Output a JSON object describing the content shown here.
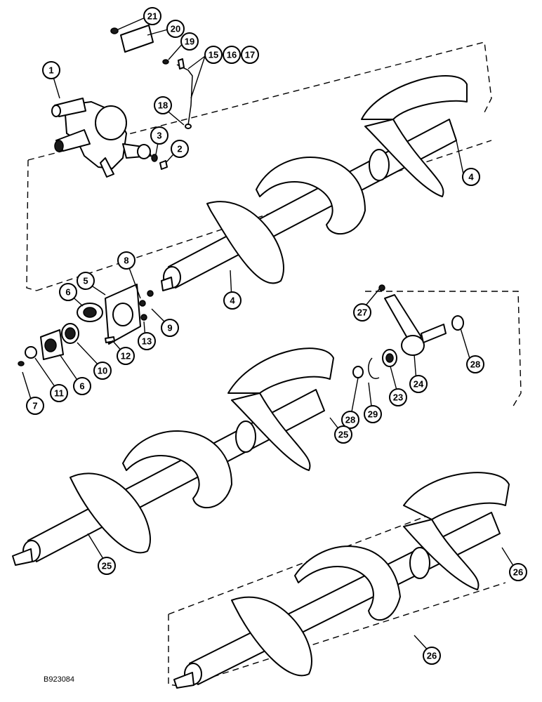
{
  "figure": {
    "code": "B923084",
    "callouts": [
      "21",
      "20",
      "19",
      "15",
      "16",
      "17",
      "1",
      "18",
      "3",
      "2",
      "4",
      "4",
      "5",
      "6",
      "8",
      "9",
      "13",
      "12",
      "10",
      "6",
      "11",
      "7",
      "27",
      "24",
      "28",
      "23",
      "29",
      "28",
      "25",
      "25",
      "26",
      "26"
    ]
  }
}
